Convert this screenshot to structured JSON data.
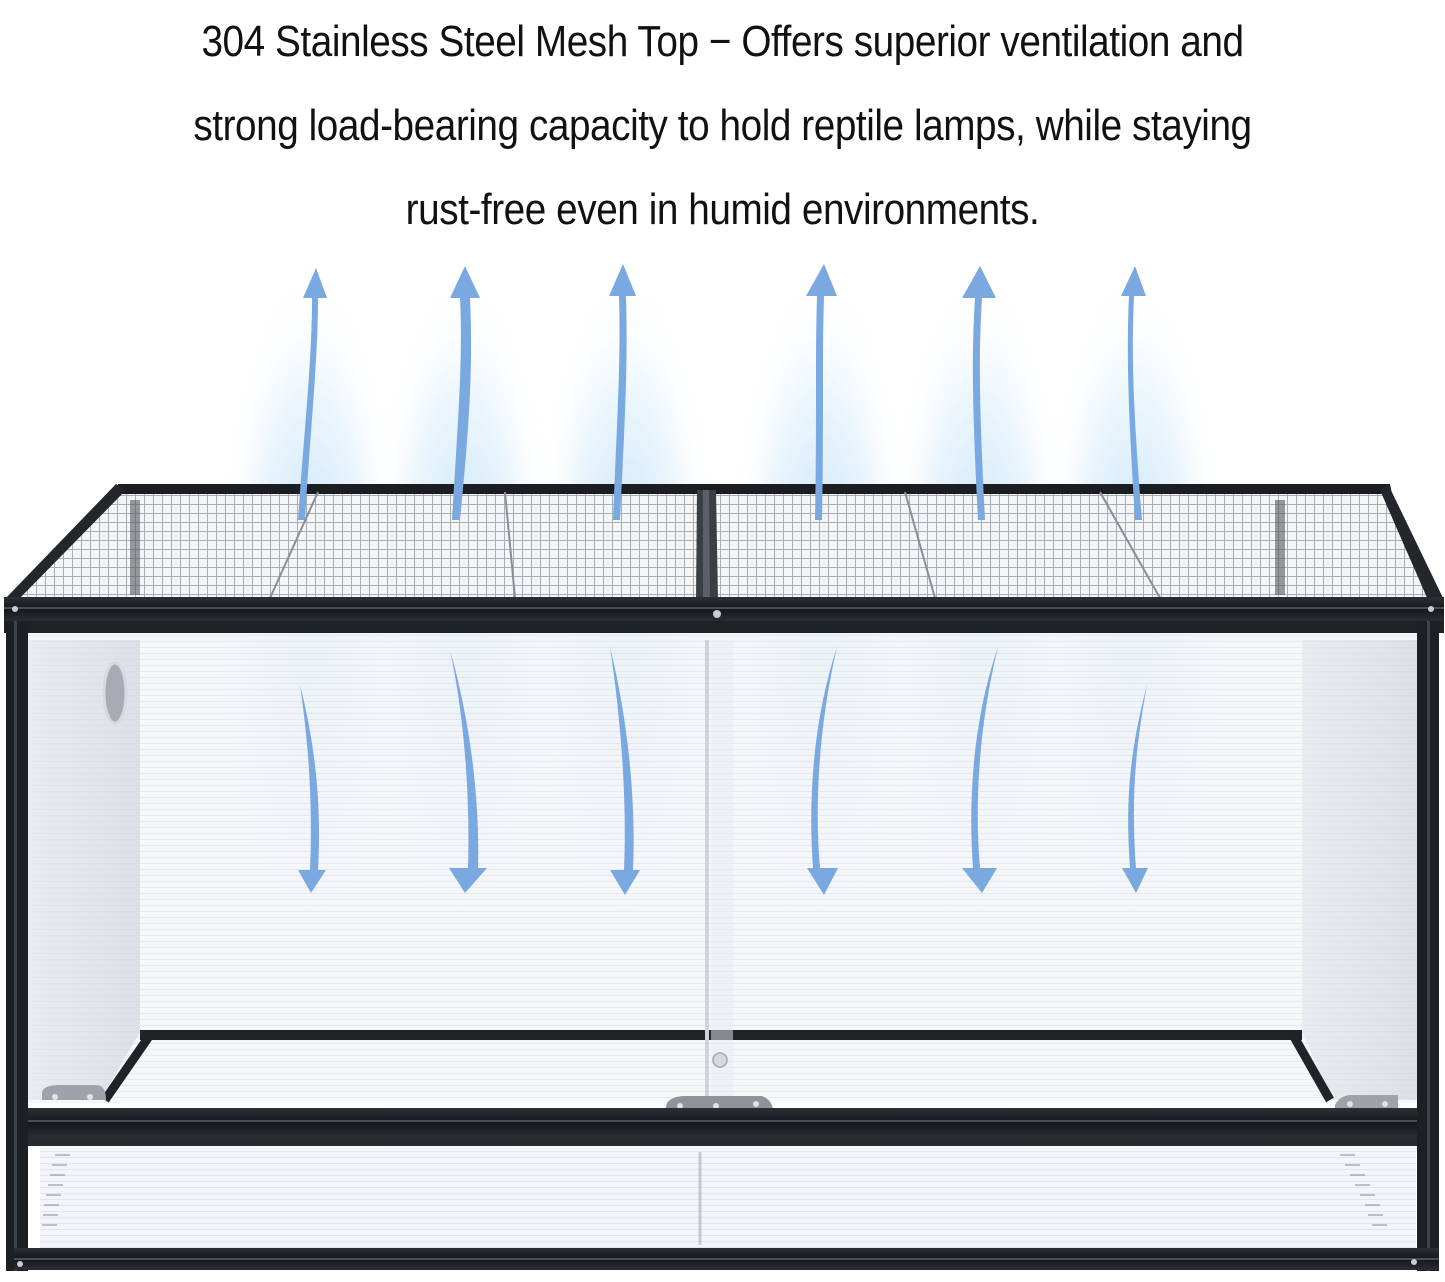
{
  "caption": {
    "lines": [
      "304 Stainless Steel Mesh Top  −  Offers superior ventilation and",
      "strong load-bearing capacity to hold reptile lamps, while staying",
      "rust-free even in humid environments."
    ]
  },
  "product": {
    "name": "reptile terrarium enclosure",
    "top": "304 stainless steel mesh top (two panels)",
    "frame_color": "#1f2226",
    "mesh_color": "#c9ccd1",
    "panel_color": "#eef1f5"
  },
  "airflow": {
    "arrow_color": "#7aa8e0",
    "glow_color": "#bfe0f7",
    "up_arrows_x": [
      315,
      463,
      623,
      822,
      978,
      1134
    ],
    "down_arrows_x": [
      310,
      463,
      626,
      820,
      980,
      1135
    ]
  }
}
